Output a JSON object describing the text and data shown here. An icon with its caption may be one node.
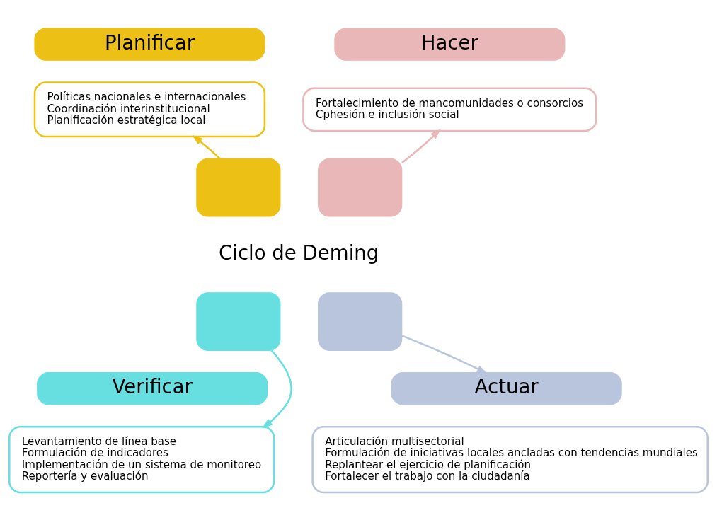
{
  "diagram": {
    "nodes": [
      {
        "text": [
          "Planificar"
        ]
      },
      {
        "text": [
          "Políticas nacionales e internacionales",
          "Coordinación interinstitucional",
          "Planificación estratégica local"
        ]
      },
      {
        "text": [
          "Hacer"
        ]
      },
      {
        "text": [
          "Fortalecimiento de mancomunidades o consorcios",
          "Cphesión e inclusión social"
        ]
      },
      {
        "text": [
          "Ciclo de Deming"
        ]
      },
      {
        "text": [],
        "shape": "arc"
      },
      {
        "text": [],
        "shape": "arc"
      },
      {
        "text": [],
        "shape": "arc"
      },
      {
        "text": [],
        "shape": "arc"
      },
      {
        "text": [
          "Verificar"
        ]
      },
      {
        "text": [
          "Levantamiento de línea base",
          "Formulación de indicadores",
          "Implementación de un sistema de monitoreo",
          "Reportería y evaluación"
        ]
      },
      {
        "text": [
          "Actuar"
        ]
      },
      {
        "text": [
          "Articulación multisectorial",
          "Formulación de iniciativas locales ancladas con tendencias mundiales",
          "Replantear el ejercicio de planificación",
          "Fortalecer el trabajo con la ciudadanía"
        ]
      }
    ],
    "edges": [
      {
        "from": 5,
        "to": 1,
        "arrow": "to",
        "color": "#ecc014"
      },
      {
        "from": 6,
        "to": 3,
        "arrow": "to",
        "color": "#e9b7b7"
      },
      {
        "from": 8,
        "to": 11,
        "arrow": "to",
        "color": "#b8c5dc"
      },
      {
        "from": 7,
        "to": 10,
        "arrow": "to",
        "color": "#67dfe0"
      }
    ]
  }
}
